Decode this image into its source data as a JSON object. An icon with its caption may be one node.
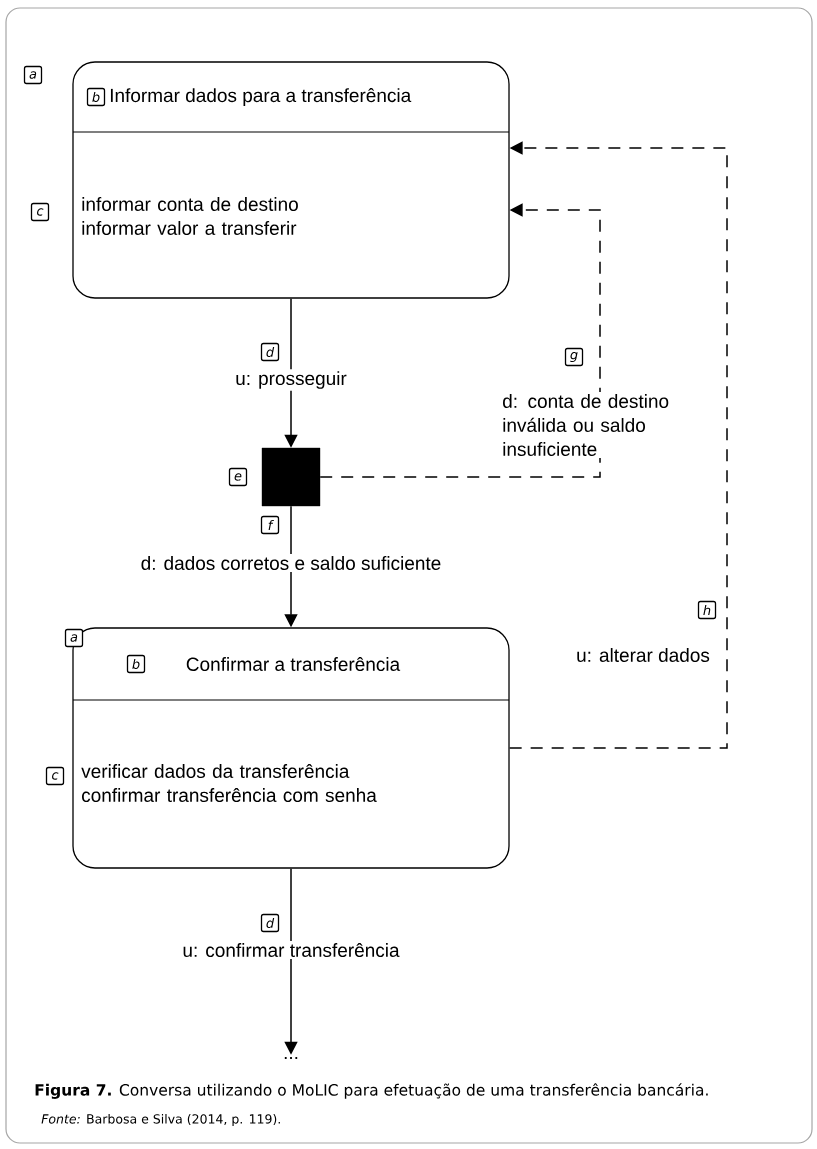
{
  "diagram": {
    "caption": "**Figura 7.** Conversa utilizando o MoLIC para efetuação de uma transferência bancária.",
    "nodes": [
      {
        "text": [
          "Informar dados para a transferência",
          "informar conta de destino informar valor a transferir"
        ]
      },
      {
        "text": [],
        "shape": "box"
      },
      {
        "text": [
          "Confirmar a transferência",
          "verificar dados da transferência confirmar transferência com senha"
        ]
      },
      {
        "text": [
          "..."
        ]
      }
    ],
    "edges": [
      {
        "from": 0,
        "to": 1,
        "arrow": "to",
        "label": "u: prosseguir"
      },
      {
        "from": 1,
        "to": 0,
        "arrow": "to",
        "style": "dashed",
        "label": "d: conta de destino inválida ou saldo insuficiente"
      },
      {
        "from": 1,
        "to": 2,
        "arrow": "to",
        "label": "d: dados corretos e saldo suficiente"
      },
      {
        "from": 2,
        "to": 0,
        "arrow": "to",
        "style": "dashed",
        "label": "u: alterar dados"
      },
      {
        "from": 2,
        "to": 3,
        "arrow": "to",
        "label": "u: confirmar transferência"
      }
    ],
    "labels": [
      "a",
      "b",
      "c",
      "d",
      "g",
      "e",
      "f",
      "h",
      "a",
      "b",
      "c",
      "d",
      "*Fonte:* Barbosa e Silva (2014, p. 119)."
    ]
  }
}
